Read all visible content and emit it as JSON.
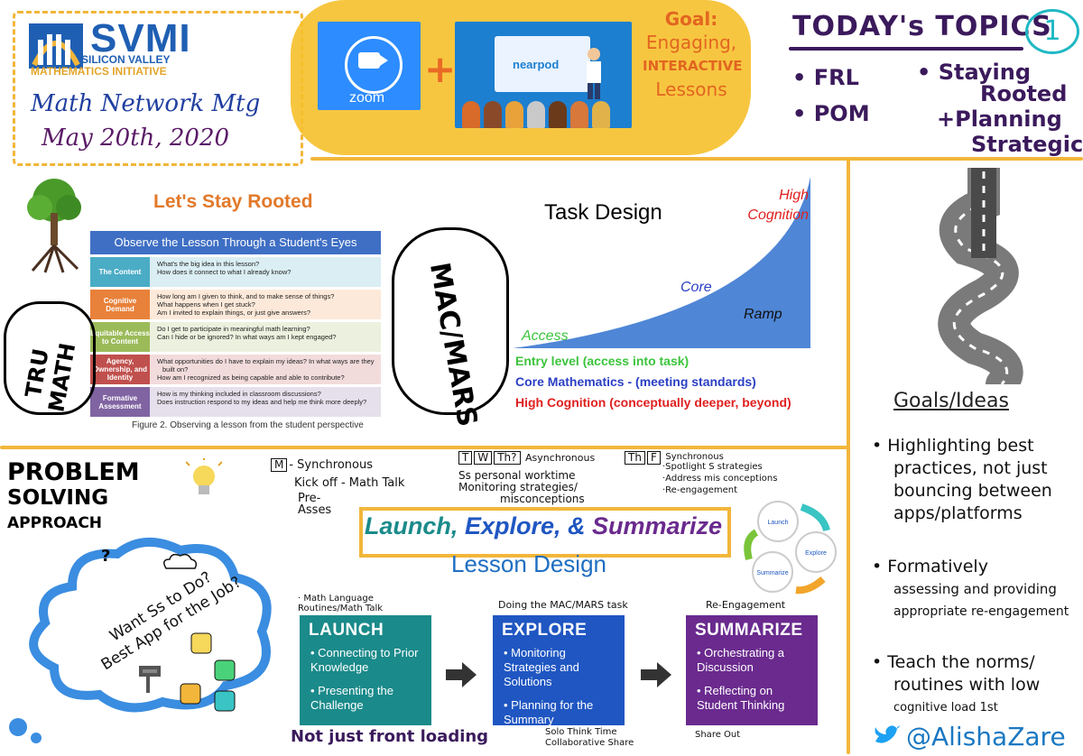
{
  "header": {
    "logo_name": "SVMI",
    "logo_sub_line1": "SILICON VALLEY",
    "logo_sub_line2": "MATHEMATICS INITIATIVE",
    "meeting": "Math Network Mtg",
    "date_text": "May 20th, 2020"
  },
  "goal": {
    "zoom_label": "zoom",
    "plus": "+",
    "nearpod_label": "nearpod",
    "text_line1": "Goal:",
    "text_line2": "Engaging,",
    "text_line3": "INTERACTIVE",
    "text_line4": "Lessons"
  },
  "topics": {
    "title": "TODAY's TOPICS",
    "page_number": "1",
    "items": [
      "• FRL",
      "• POM",
      "• Staying",
      "Rooted",
      "+Planning",
      "Strategically"
    ]
  },
  "stay_rooted": {
    "title": "Let's Stay Rooted",
    "table_header": "Observe the Lesson Through a Student's Eyes",
    "rows": [
      {
        "category": "The Content",
        "q1": "What's the big idea in this lesson?",
        "q2": "How does it connect to what I already know?",
        "color": "#4bacc6",
        "bg": "#daeef3"
      },
      {
        "category": "Cognitive Demand",
        "q1": "How long am I given to think, and to make sense of things?",
        "q2": "What happens when I get stuck?",
        "q3": "Am I invited to explain things, or just give answers?",
        "color": "#e8813a",
        "bg": "#fde9d9"
      },
      {
        "category": "Equitable Access to Content",
        "q1": "Do I get to participate in meaningful math learning?",
        "q2": "Can I hide or be ignored? In what ways am I kept engaged?",
        "color": "#9bbb59",
        "bg": "#ebf1de"
      },
      {
        "category": "Agency, Ownership, and Identity",
        "q1": "What opportunities do I have to explain my ideas? In what ways are they built on?",
        "q2": "How am I recognized as being capable and able to contribute?",
        "color": "#c0504d",
        "bg": "#f2dcdb"
      },
      {
        "category": "Formative Assessment",
        "q1": "How is my thinking included in classroom discussions?",
        "q2": "Does instruction respond to my ideas and help me think more deeply?",
        "color": "#8064a2",
        "bg": "#e5e0ec"
      }
    ],
    "caption": "Figure 2. Observing a lesson from the student perspective",
    "tru_line1": "TRU",
    "tru_line2": "MATH",
    "mac_line1": "MAC/",
    "mac_line2": "MARS"
  },
  "task_design": {
    "title": "Task Design",
    "high_line1": "High",
    "high_line2": "Cognition",
    "core": "Core",
    "ramp": "Ramp",
    "access": "Access",
    "legend1": "Entry level (access into task)",
    "legend2": "Core Mathematics - (meeting standards)",
    "legend3": "High Cognition (conceptually deeper, beyond)",
    "colors": {
      "access": "#3cc43c",
      "core": "#2b3fc4",
      "high": "#e02020",
      "curve": "#4f86d6"
    }
  },
  "problem_solving": {
    "line1": "PROBLEM",
    "line2": "SOLVING",
    "line3": "APPROACH",
    "cloud_line1": "Want Ss to Do?",
    "cloud_line2": "Best App for the Job?",
    "question_mark": "?"
  },
  "schedule": {
    "m_letter": "M",
    "m_text": "- Synchronous",
    "m_sub": "Kick off - Math Talk",
    "m_pre1": "Pre-",
    "m_pre2": "Asses",
    "tw_letters": [
      "T",
      "W",
      "Th?"
    ],
    "tw_text": "Asynchronous",
    "tw_sub1": "Ss personal worktime",
    "tw_sub2": "Monitoring strategies/",
    "tw_sub3": "misconceptions",
    "thf_letters": [
      "Th",
      "F"
    ],
    "thf_text": "Synchronous",
    "thf_sub1": "·Spotlight S strategies",
    "thf_sub2": "·Address mis conceptions",
    "thf_sub3": "·Re-engagement"
  },
  "lesson": {
    "les_launch": "Launch,",
    "les_explore": "Explore,",
    "les_amp": "&",
    "les_summarize": "Summarize",
    "design": "Lesson Design",
    "cycle_launch": "Launch",
    "cycle_explore": "Explore",
    "cycle_summarize": "Summarize",
    "launch": {
      "note": "· Math Language Routines/Math Talk",
      "title": "LAUNCH",
      "item1": "• Connecting to Prior Knowledge",
      "item2": "• Presenting the Challenge",
      "color": "#1b8a8a"
    },
    "explore": {
      "note": "Doing the MAC/MARS task",
      "title": "EXPLORE",
      "item1": "• Monitoring Strategies and Solutions",
      "item2": "• Planning for the Summary",
      "color": "#1f56c2"
    },
    "summarize": {
      "note": "Re-Engagement",
      "title": "SUMMARIZE",
      "item1": "• Orchestrating a Discussion",
      "item2": "• Reflecting on Student Thinking",
      "color": "#6a2a8e"
    },
    "front_loading": "Not just front loading",
    "solo_line1": "Solo Think Time",
    "solo_line2": "Collaborative Share",
    "share_out": "Share Out"
  },
  "goals_ideas": {
    "title": "Goals/Ideas",
    "g1_line1": "• Highlighting best",
    "g1_line2": "practices, not just",
    "g1_line3": "bouncing between",
    "g1_line4": "apps/platforms",
    "g2_line1": "• Formatively",
    "g2_line2": "assessing and providing",
    "g2_line3": "appropriate re-engagement",
    "g3_line1": "• Teach the norms/",
    "g3_line2": "routines with low",
    "g3_line3": "cognitive load 1st",
    "handle": "@AlishaZare"
  }
}
